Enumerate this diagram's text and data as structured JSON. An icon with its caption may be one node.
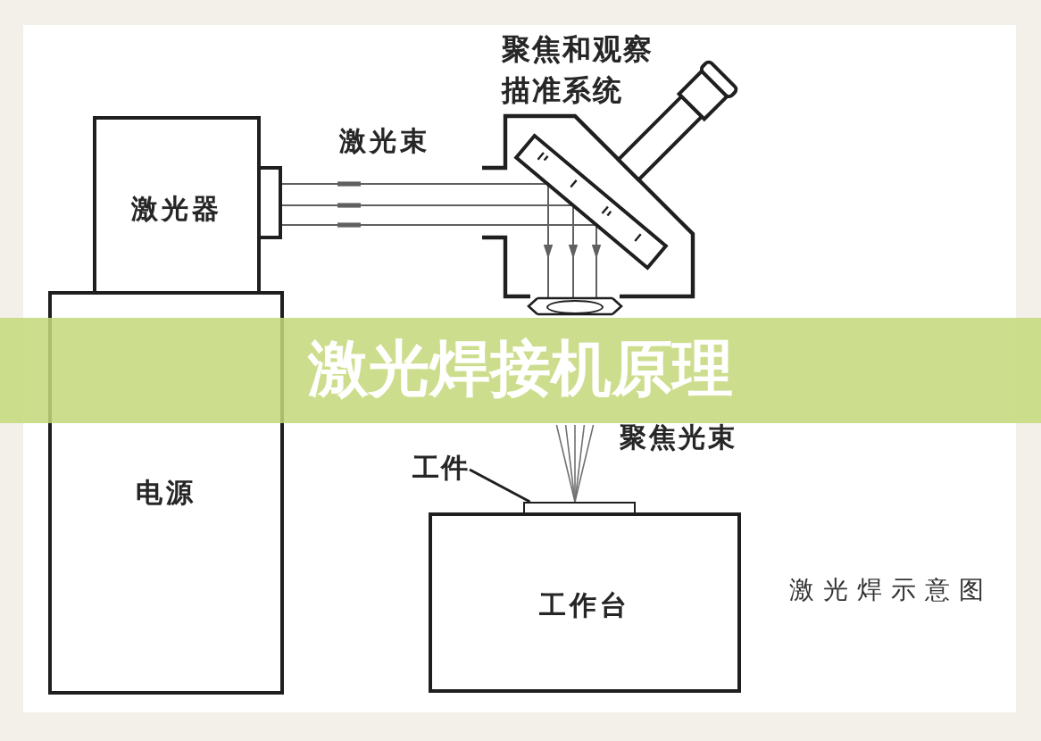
{
  "diagram": {
    "title": "激光焊接机原理",
    "caption": "激光焊示意图",
    "nodes": [
      {
        "text": [
          "聚焦和观察描准系统"
        ]
      },
      {
        "text": [],
        "shape": "ellipse",
        "in": 0
      },
      {
        "text": [
          "激光器"
        ]
      },
      {
        "text": [
          "电源"
        ]
      },
      {
        "text": [
          "工件"
        ]
      },
      {
        "text": [],
        "shape": "box"
      },
      {
        "text": [
          "工作台"
        ]
      }
    ],
    "edges": [
      {
        "from": 2,
        "to": 1,
        "arrow": "to",
        "label": "激光束"
      },
      {
        "from": 4,
        "to": 5,
        "arrow": "none"
      }
    ],
    "labels": [
      "聚焦光束"
    ]
  }
}
